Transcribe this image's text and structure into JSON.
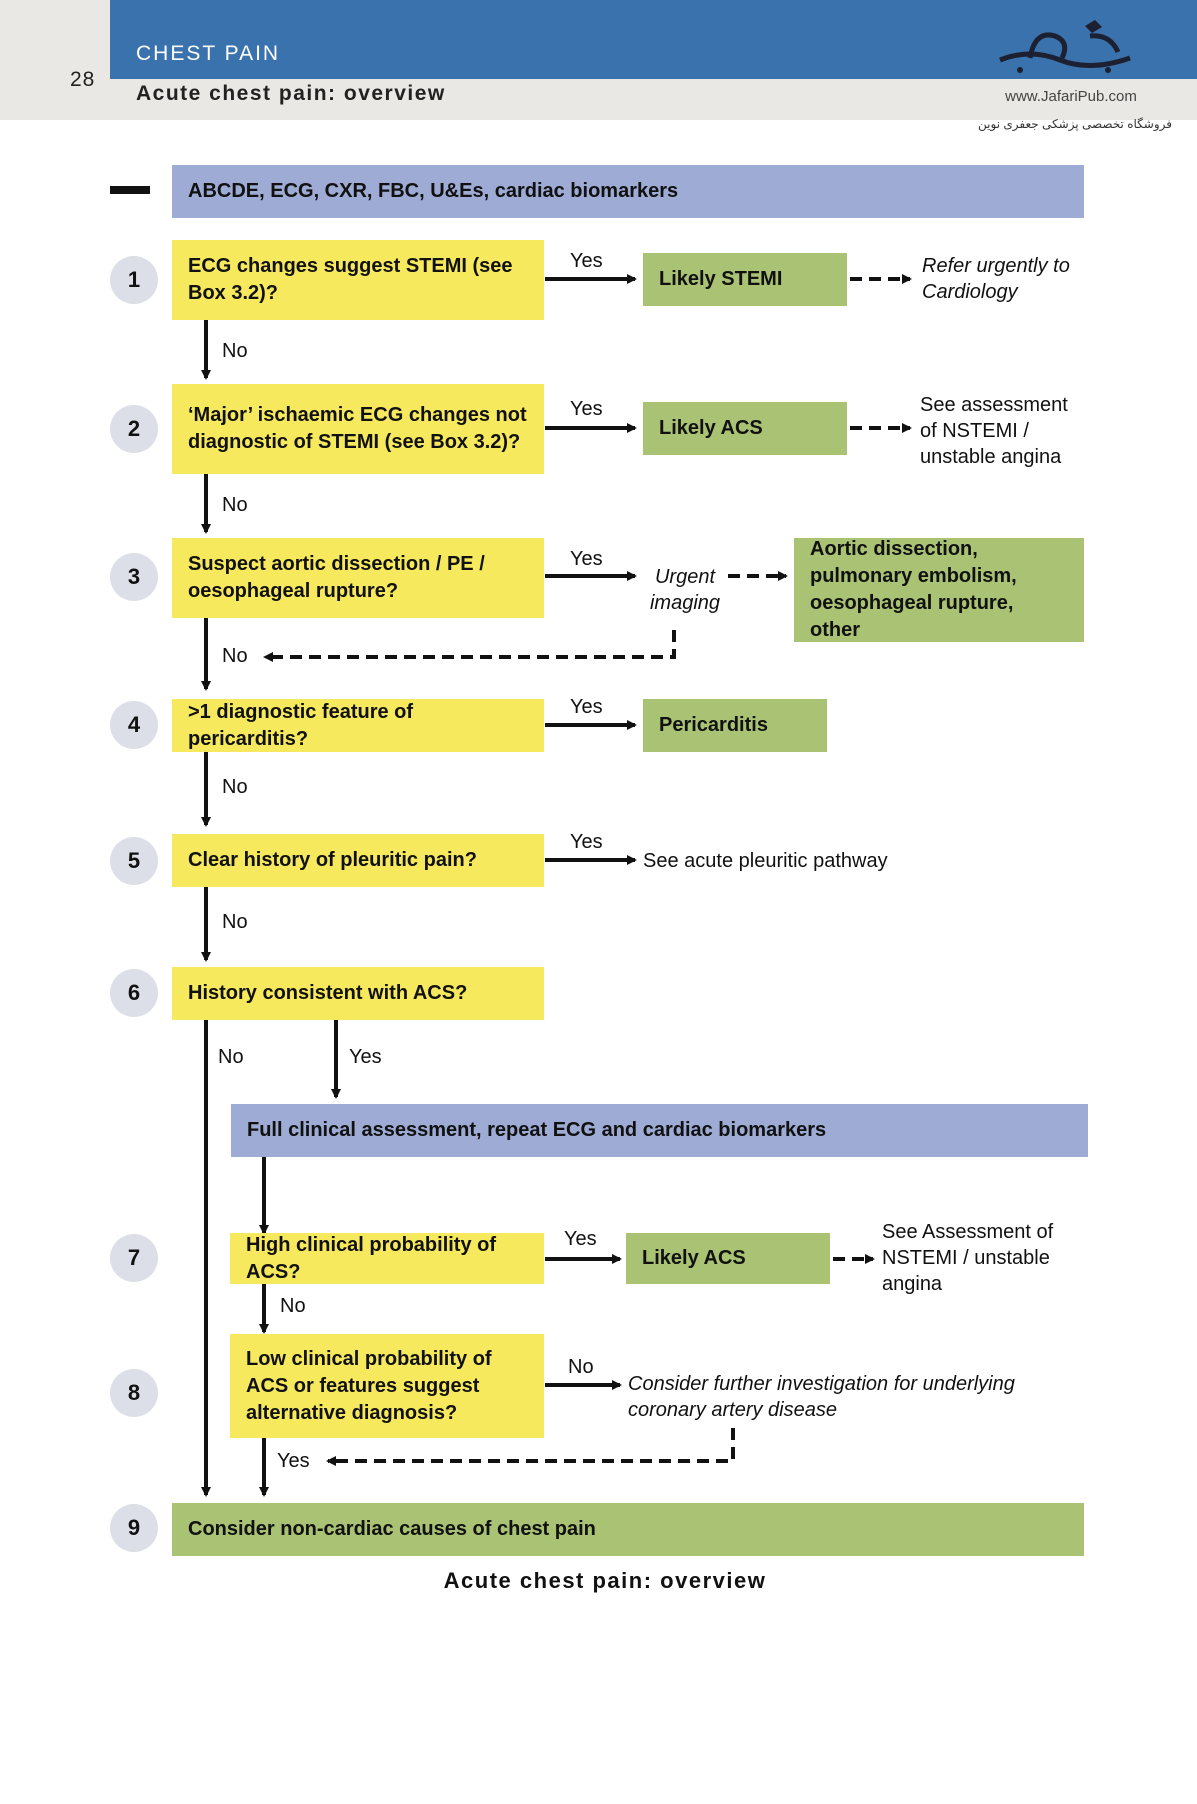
{
  "header": {
    "page_number": "28",
    "section": "CHEST PAIN",
    "subtitle": "Acute chest pain: overview",
    "logo_url": "www.JafariPub.com",
    "logo_tagline": "فروشگاه تخصصی پزشکی جعفری نوین"
  },
  "flow": {
    "start": "ABCDE, ECG, CXR, FBC, U&Es, cardiac biomarkers",
    "steps": [
      {
        "n": "1",
        "question": "ECG changes suggest STEMI (see Box 3.2)?",
        "yes": "Yes",
        "no": "No",
        "outcome": "Likely STEMI",
        "action": "Refer urgently to Cardiology"
      },
      {
        "n": "2",
        "question": "‘Major’ ischaemic ECG changes not diagnostic of STEMI (see Box 3.2)?",
        "yes": "Yes",
        "no": "No",
        "outcome": "Likely ACS",
        "action": "See assessment of NSTEMI / unstable angina"
      },
      {
        "n": "3",
        "question": "Suspect aortic dissection / PE / oesophageal rupture?",
        "yes": "Yes",
        "no": "No",
        "intermediate": "Urgent imaging",
        "outcome": "Aortic dissection, pulmonary embolism, oesophageal rupture, other"
      },
      {
        "n": "4",
        "question": ">1 diagnostic feature of pericarditis?",
        "yes": "Yes",
        "no": "No",
        "outcome": "Pericarditis"
      },
      {
        "n": "5",
        "question": "Clear history of pleuritic pain?",
        "yes": "Yes",
        "no": "No",
        "action": "See acute pleuritic pathway"
      },
      {
        "n": "6",
        "question": "History consistent with ACS?",
        "yes": "Yes",
        "no": "No"
      },
      {
        "n": "7",
        "question": "High clinical probability of ACS?",
        "yes": "Yes",
        "no": "No",
        "outcome": "Likely ACS",
        "action": "See Assessment of NSTEMI / unstable angina"
      },
      {
        "n": "8",
        "question": "Low clinical probability of ACS or features suggest alternative diagnosis?",
        "yes": "Yes",
        "no": "No",
        "action": "Consider further investigation for underlying coronary artery disease"
      },
      {
        "n": "9",
        "outcome": "Consider non-cardiac causes of chest pain"
      }
    ],
    "assessment": "Full clinical assessment, repeat ECG and cardiac biomarkers"
  },
  "caption": "Acute chest pain: overview",
  "colors": {
    "header_blue": "#3a72ad",
    "question_yellow": "#f6e95d",
    "outcome_green": "#a9c273",
    "process_blue": "#9dabd5",
    "step_circle": "#dcdee8"
  }
}
